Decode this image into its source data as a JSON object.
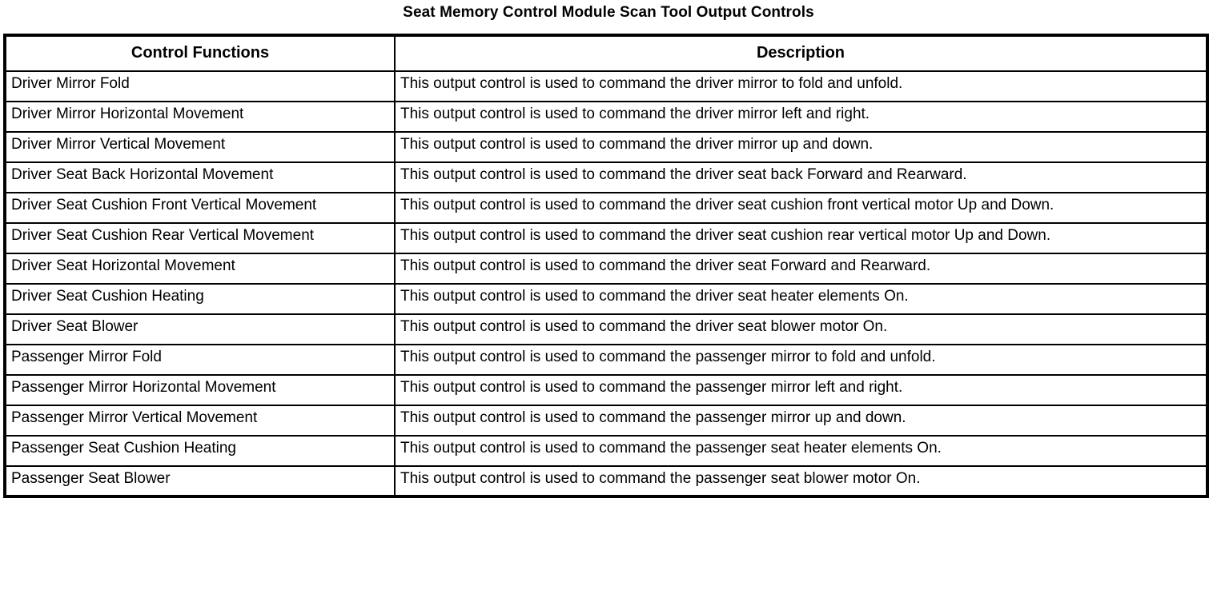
{
  "document": {
    "title": "Seat Memory Control Module Scan Tool Output Controls"
  },
  "table": {
    "headers": {
      "function": "Control Functions",
      "description": "Description"
    },
    "rows": [
      {
        "function": "Driver Mirror Fold",
        "description": "This output control is used to command the driver mirror to fold and unfold."
      },
      {
        "function": "Driver Mirror Horizontal Movement",
        "description": "This output control is used to command the driver mirror left and right."
      },
      {
        "function": "Driver Mirror Vertical Movement",
        "description": "This output control is used to command the driver mirror up and down."
      },
      {
        "function": "Driver Seat Back Horizontal Movement",
        "description": "This output control is used to command the driver seat back Forward and Rearward."
      },
      {
        "function": "Driver Seat Cushion Front Vertical Movement",
        "description": "This output control is used to command the driver seat cushion front vertical motor Up and Down."
      },
      {
        "function": "Driver Seat Cushion Rear Vertical Movement",
        "description": "This output control is used to command the driver seat cushion rear vertical motor Up and Down."
      },
      {
        "function": "Driver Seat Horizontal Movement",
        "description": "This output control is used to command the driver seat Forward and Rearward."
      },
      {
        "function": "Driver Seat Cushion Heating",
        "description": "This output control is used to command the driver seat heater elements On."
      },
      {
        "function": "Driver Seat Blower",
        "description": "This output control is used to command the driver seat blower motor On."
      },
      {
        "function": "Passenger Mirror Fold",
        "description": "This output control is used to command the passenger mirror to fold and unfold."
      },
      {
        "function": "Passenger Mirror Horizontal Movement",
        "description": "This output control is used to command the passenger mirror left and right."
      },
      {
        "function": "Passenger Mirror Vertical Movement",
        "description": "This output control is used to command the passenger mirror up and down."
      },
      {
        "function": "Passenger Seat Cushion Heating",
        "description": "This output control is used to command the passenger seat heater elements On."
      },
      {
        "function": "Passenger Seat Blower",
        "description": "This output control is used to command the passenger seat blower motor On."
      }
    ]
  },
  "colors": {
    "text": "#000000",
    "background": "#ffffff",
    "border": "#000000"
  }
}
